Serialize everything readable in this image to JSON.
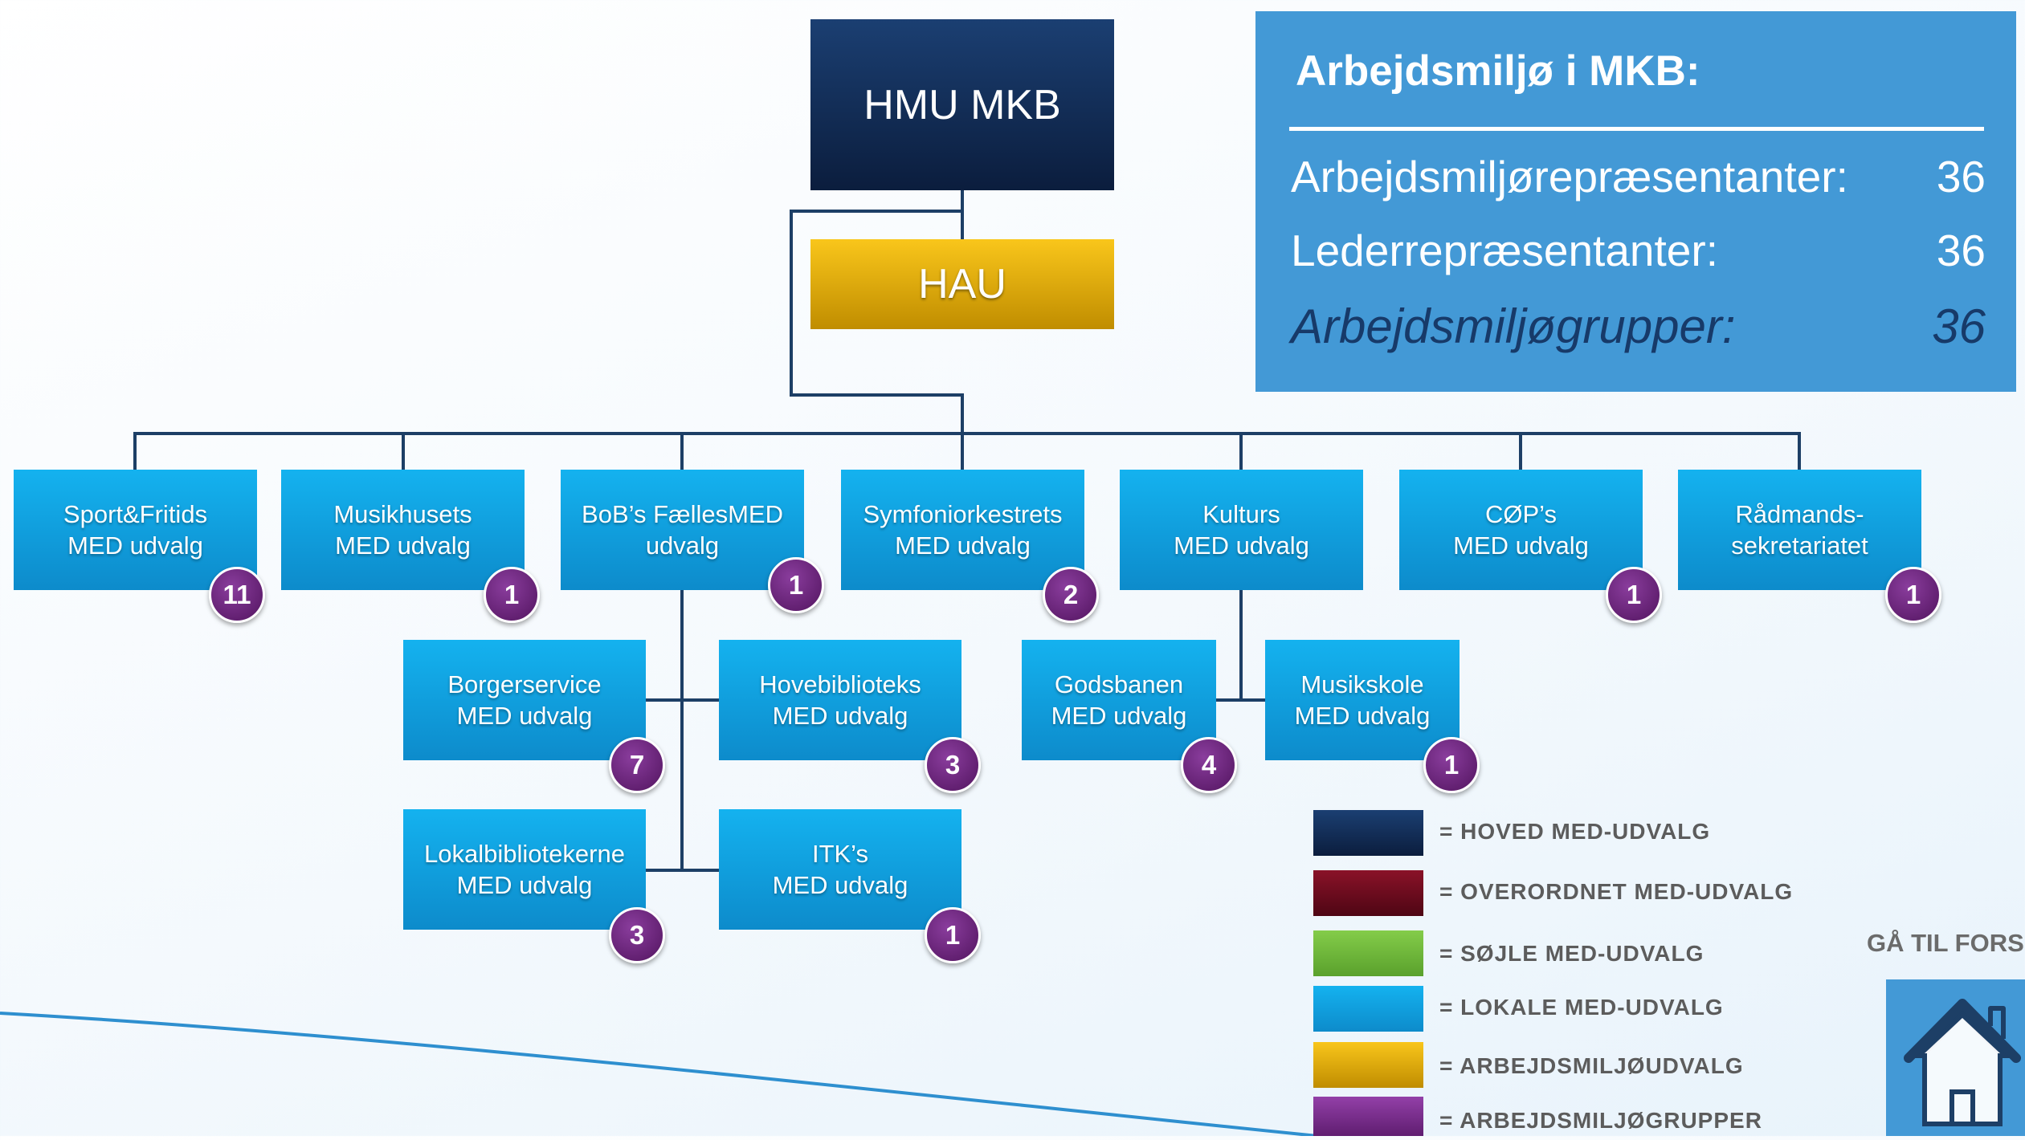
{
  "hmu": {
    "label": "HMU MKB"
  },
  "hau": {
    "label": "HAU"
  },
  "committees": [
    {
      "label": "Sport&Fritids\nMED udvalg",
      "count": "11"
    },
    {
      "label": "Musikhusets\nMED udvalg",
      "count": "1"
    },
    {
      "label": "BoB’s FællesMED\nudvalg",
      "count": "1"
    },
    {
      "label": "Symfoniorkestrets\nMED udvalg",
      "count": "2"
    },
    {
      "label": "Kulturs\nMED udvalg",
      "count": ""
    },
    {
      "label": "CØP’s\nMED udvalg",
      "count": "1"
    },
    {
      "label": "Rådmands-\nsekretariatet",
      "count": "1"
    }
  ],
  "subcommittees": [
    {
      "label": "Borgerservice\nMED udvalg",
      "count": "7"
    },
    {
      "label": "Hovebiblioteks\nMED udvalg",
      "count": "3"
    },
    {
      "label": "Lokalbibliotekerne\nMED udvalg",
      "count": "3"
    },
    {
      "label": "ITK’s\nMED udvalg",
      "count": "1"
    },
    {
      "label": "Godsbanen\nMED udvalg",
      "count": "4"
    },
    {
      "label": "Musikskole\nMED udvalg",
      "count": "1"
    }
  ],
  "stats": {
    "title": "Arbejdsmiljø i MKB:",
    "rows": [
      {
        "label": "Arbejdsmiljørepræsentanter:",
        "value": "36"
      },
      {
        "label": "Lederrepræsentanter:",
        "value": "36"
      },
      {
        "label": "Arbejdsmiljøgrupper:",
        "value": "36"
      }
    ]
  },
  "legend": [
    {
      "text": "= HOVED MED-UDVALG",
      "color": "#12305f"
    },
    {
      "text": "= OVERORDNET MED-UDVALG",
      "color": "#6b0a1c"
    },
    {
      "text": "= SØJLE MED-UDVALG",
      "color": "#6fb83a"
    },
    {
      "text": "= LOKALE MED-UDVALG",
      "color": "#13a9e8"
    },
    {
      "text": "= ARBEJDSMILJØUDVALG",
      "color": "#f2ba10"
    },
    {
      "text": "= ARBEJDSMILJØGRUPPER",
      "color": "#7b2b8f"
    }
  ],
  "nav": {
    "goto_label": "GÅ TIL FORS"
  },
  "colors": {
    "hmu": "#12305f",
    "hau": "#f2ba10",
    "med": "#13a9e8",
    "badge": "#6a2078",
    "panel": "#4399d6",
    "connector": "#1d3f66"
  }
}
